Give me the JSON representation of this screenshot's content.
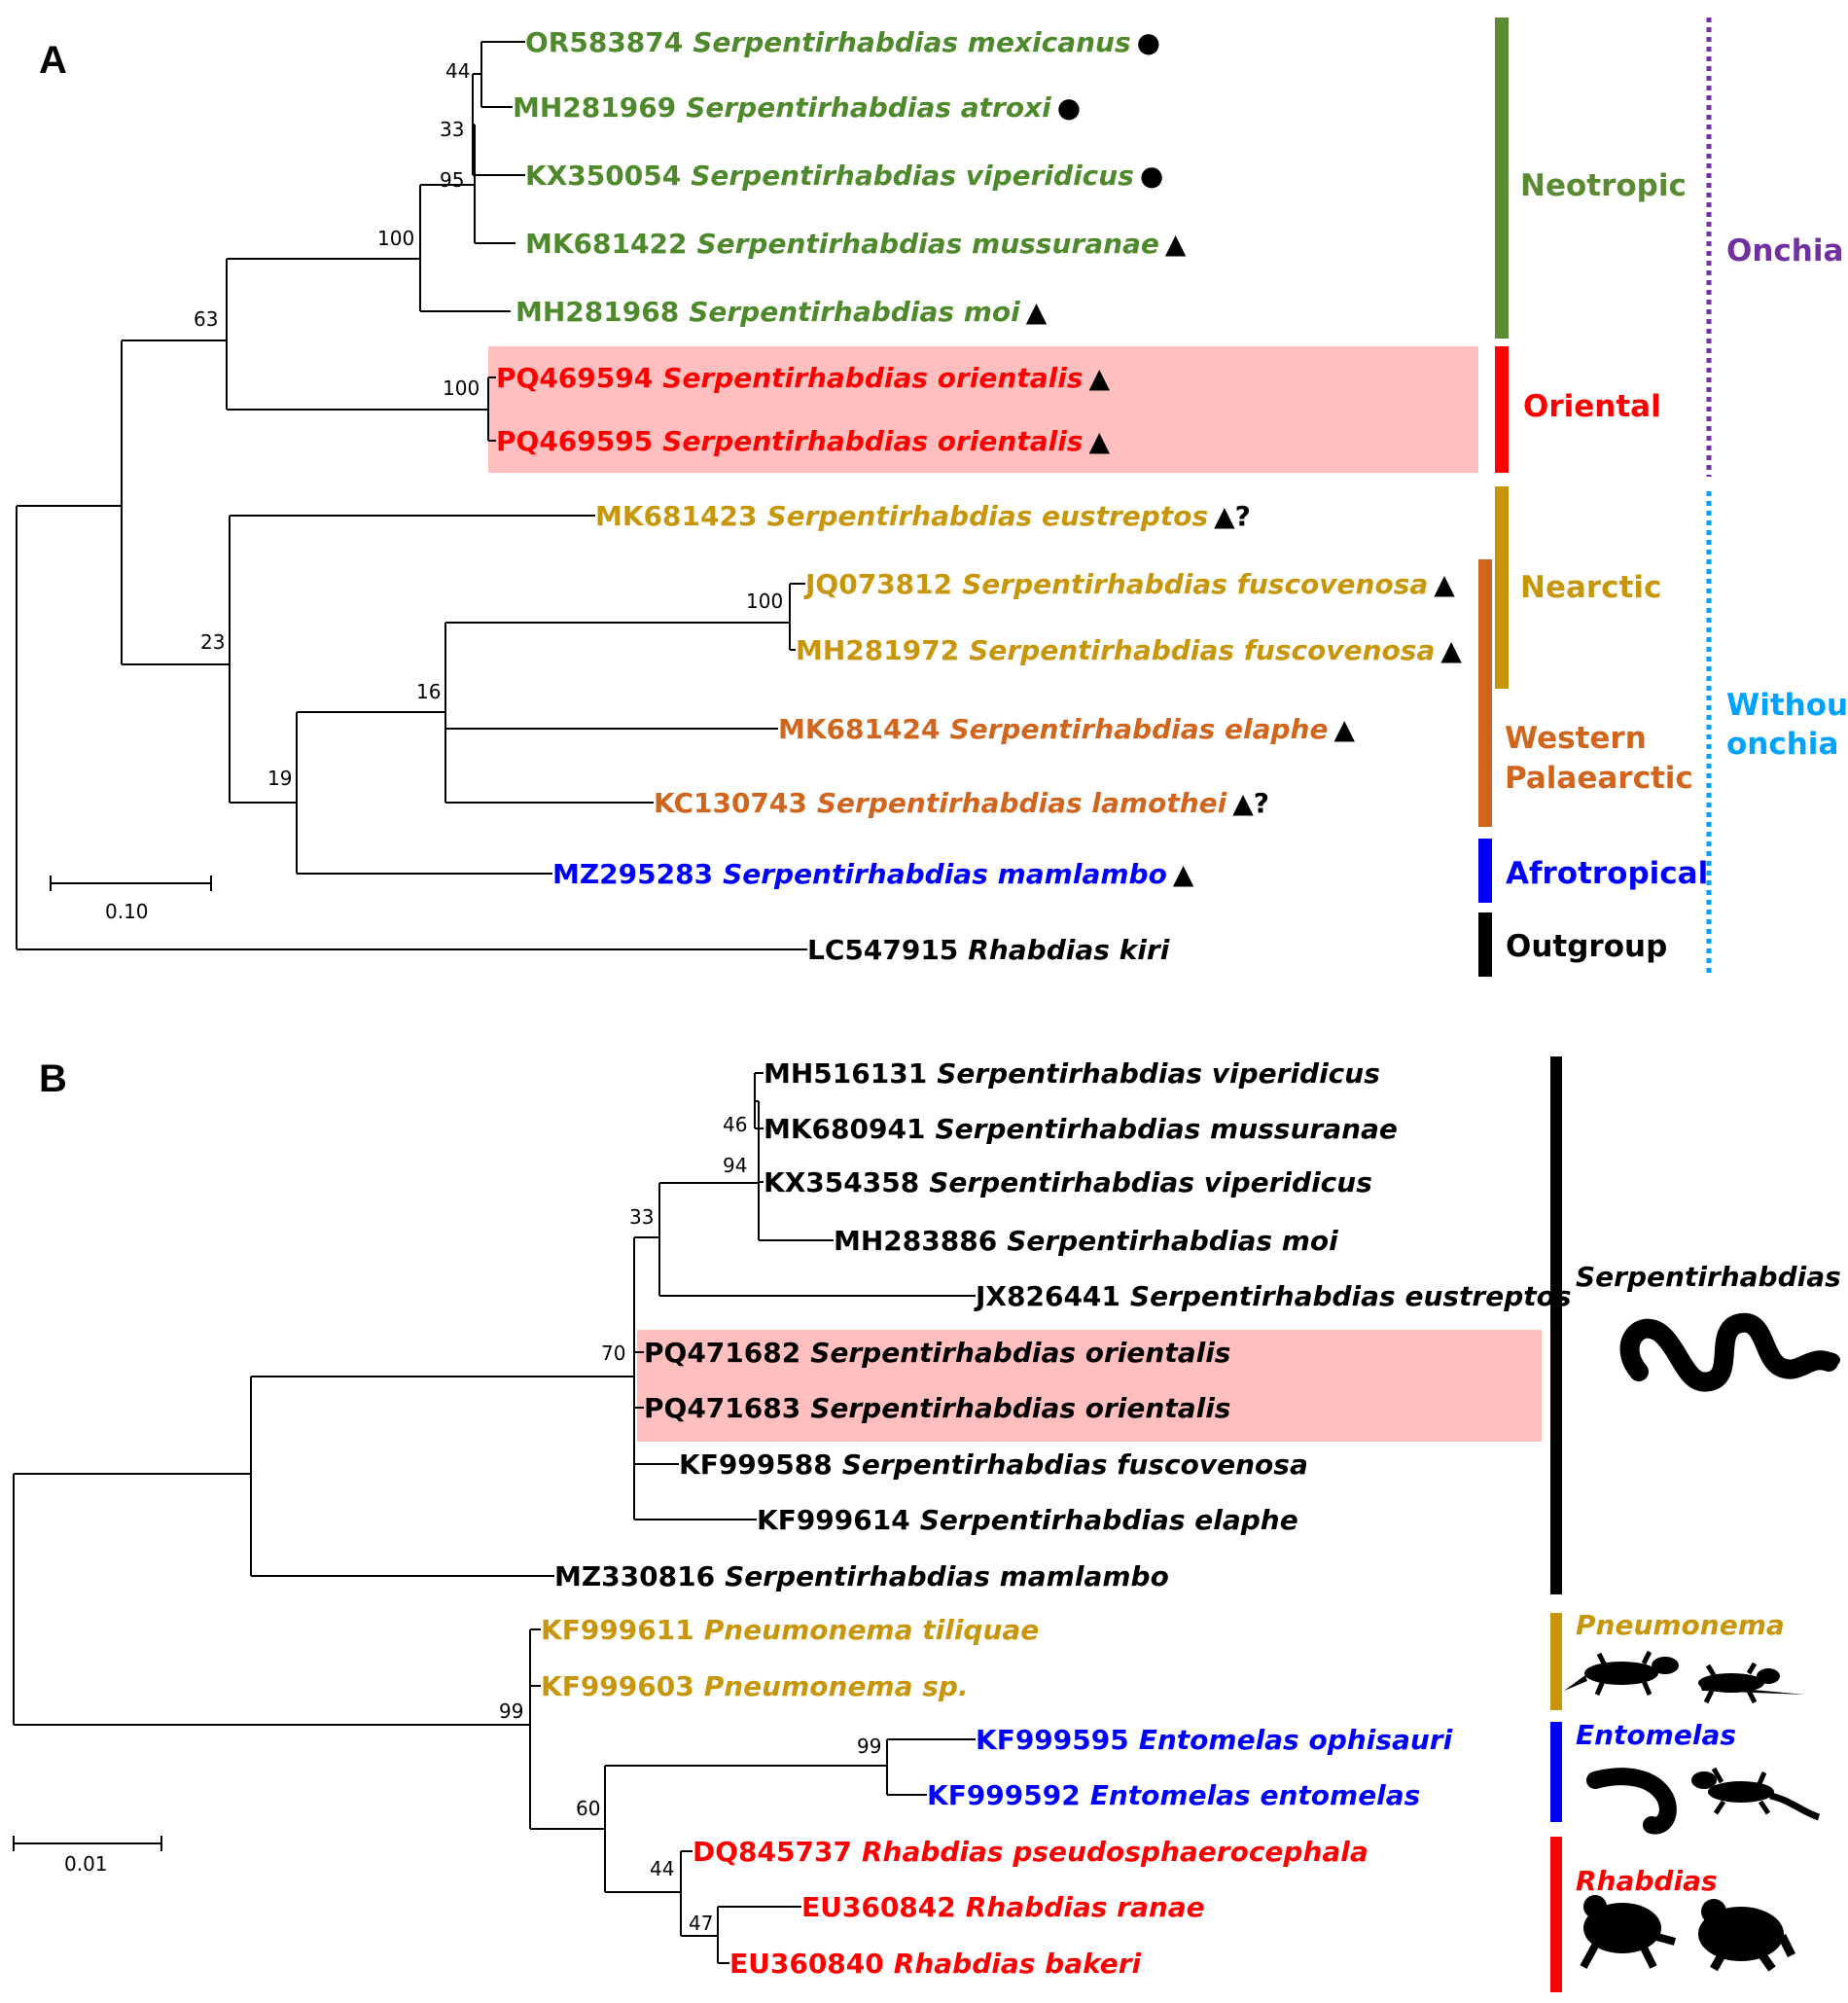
{
  "panel_a": {
    "label": "A",
    "scale_label": "0.10",
    "leaves": [
      {
        "acc": "OR583874",
        "sp": "Serpentirhabdias mexicanus",
        "color": "#4e8a2c",
        "mark": "●",
        "q": ""
      },
      {
        "acc": "MH281969",
        "sp": "Serpentirhabdias atroxi",
        "color": "#4e8a2c",
        "mark": "●",
        "q": ""
      },
      {
        "acc": "KX350054",
        "sp": "Serpentirhabdias viperidicus",
        "color": "#4e8a2c",
        "mark": "●",
        "q": ""
      },
      {
        "acc": "MK681422",
        "sp": "Serpentirhabdias mussuranae",
        "color": "#4e8a2c",
        "mark": "▲",
        "q": ""
      },
      {
        "acc": "MH281968",
        "sp": "Serpentirhabdias moi",
        "color": "#4e8a2c",
        "mark": "▲",
        "q": ""
      },
      {
        "acc": "PQ469594",
        "sp": "Serpentirhabdias orientalis",
        "color": "#ff0000",
        "mark": "▲",
        "q": ""
      },
      {
        "acc": "PQ469595",
        "sp": "Serpentirhabdias orientalis",
        "color": "#ff0000",
        "mark": "▲",
        "q": ""
      },
      {
        "acc": "MK681423",
        "sp": "Serpentirhabdias eustreptos",
        "color": "#c8960a",
        "mark": "▲",
        "q": "?"
      },
      {
        "acc": "JQ073812",
        "sp": "Serpentirhabdias fuscovenosa",
        "color": "#c8960a",
        "mark": "▲",
        "q": ""
      },
      {
        "acc": "MH281972",
        "sp": "Serpentirhabdias fuscovenosa",
        "color": "#c8960a",
        "mark": "▲",
        "q": ""
      },
      {
        "acc": "MK681424",
        "sp": "Serpentirhabdias elaphe",
        "color": "#d2651e",
        "mark": "▲",
        "q": ""
      },
      {
        "acc": "KC130743",
        "sp": "Serpentirhabdias lamothei",
        "color": "#d2651e",
        "mark": "▲",
        "q": "?"
      },
      {
        "acc": "MZ295283",
        "sp": "Serpentirhabdias mamlambo",
        "color": "#0000ff",
        "mark": "▲",
        "q": ""
      },
      {
        "acc": "LC547915",
        "sp": "Rhabdias kiri",
        "color": "#000000",
        "mark": "",
        "q": ""
      }
    ],
    "bootstraps": [
      "44",
      "33",
      "95",
      "100",
      "63",
      "100",
      "100",
      "16",
      "19",
      "23"
    ],
    "regions": [
      {
        "text": "Neotropic",
        "color": "#5a8a32"
      },
      {
        "text": "Oriental",
        "color": "#ff0000"
      },
      {
        "text": "Nearctic",
        "color": "#c8960a"
      },
      {
        "text": "Western",
        "color": "#d2651e"
      },
      {
        "text": "Palaearctic",
        "color": "#d2651e"
      },
      {
        "text": "Afrotropical",
        "color": "#0000ff"
      },
      {
        "text": "Outgroup",
        "color": "#000000"
      }
    ],
    "onchia": [
      {
        "text": "Onchia",
        "color": "#7030a0"
      },
      {
        "text": "Without",
        "color": "#00a2ff"
      },
      {
        "text": "onchia",
        "color": "#00a2ff"
      }
    ]
  },
  "panel_b": {
    "label": "B",
    "scale_label": "0.01",
    "leaves": [
      {
        "acc": "MH516131",
        "sp": "Serpentirhabdias viperidicus",
        "color": "#000000"
      },
      {
        "acc": "MK680941",
        "sp": "Serpentirhabdias mussuranae",
        "color": "#000000"
      },
      {
        "acc": "KX354358",
        "sp": "Serpentirhabdias viperidicus",
        "color": "#000000"
      },
      {
        "acc": "MH283886",
        "sp": "Serpentirhabdias moi",
        "color": "#000000"
      },
      {
        "acc": "JX826441",
        "sp": "Serpentirhabdias eustreptos",
        "color": "#000000"
      },
      {
        "acc": "PQ471682",
        "sp": "Serpentirhabdias orientalis",
        "color": "#000000"
      },
      {
        "acc": "PQ471683",
        "sp": "Serpentirhabdias orientalis",
        "color": "#000000"
      },
      {
        "acc": "KF999588",
        "sp": "Serpentirhabdias fuscovenosa",
        "color": "#000000"
      },
      {
        "acc": "KF999614",
        "sp": "Serpentirhabdias elaphe",
        "color": "#000000"
      },
      {
        "acc": "MZ330816",
        "sp": "Serpentirhabdias mamlambo",
        "color": "#000000"
      },
      {
        "acc": "KF999611",
        "sp": "Pneumonema tiliquae",
        "color": "#c8960a"
      },
      {
        "acc": "KF999603",
        "sp": "Pneumonema sp.",
        "color": "#c8960a"
      },
      {
        "acc": "KF999595",
        "sp": "Entomelas ophisauri",
        "color": "#0000ff"
      },
      {
        "acc": "KF999592",
        "sp": "Entomelas entomelas",
        "color": "#0000ff"
      },
      {
        "acc": "DQ845737",
        "sp": "Rhabdias pseudosphaerocephala",
        "color": "#ff0000"
      },
      {
        "acc": "EU360842",
        "sp": "Rhabdias ranae",
        "color": "#ff0000"
      },
      {
        "acc": "EU360840",
        "sp": "Rhabdias bakeri",
        "color": "#ff0000"
      }
    ],
    "bootstraps": [
      "46",
      "94",
      "33",
      "70",
      "99",
      "99",
      "60",
      "44",
      "47"
    ],
    "genera": [
      {
        "text": "Serpentirhabdias",
        "color": "#000000",
        "icon": "snake-icon"
      },
      {
        "text": "Pneumonema",
        "color": "#c8960a",
        "icon": "skink-icon"
      },
      {
        "text": "Entomelas",
        "color": "#0000ff",
        "icon": "lizard-icon"
      },
      {
        "text": "Rhabdias",
        "color": "#ff0000",
        "icon": "frog-icon"
      }
    ]
  }
}
